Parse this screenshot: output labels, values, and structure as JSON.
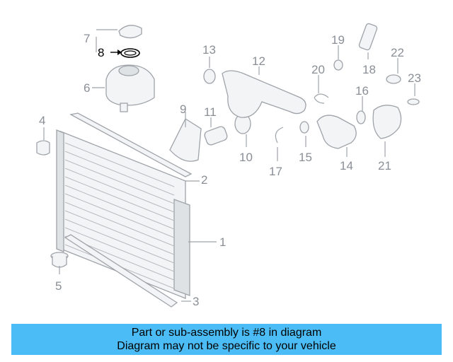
{
  "callouts": {
    "p1": "1",
    "p2": "2",
    "p3": "3",
    "p4": "4",
    "p5": "5",
    "p6": "6",
    "p7": "7",
    "p8": "8",
    "p9": "9",
    "p10": "10",
    "p11": "11",
    "p12": "12",
    "p13": "13",
    "p14": "14",
    "p15": "15",
    "p16": "16",
    "p17": "17",
    "p18": "18",
    "p19": "19",
    "p20": "20",
    "p21": "21",
    "p22": "22",
    "p23": "23"
  },
  "highlighted_part": "8",
  "banner": {
    "line1": "Part or sub-assembly is #8 in diagram",
    "line2": "Diagram may not be specific to your vehicle"
  },
  "colors": {
    "banner_bg": "#4bbcf5",
    "callout_text": "#8a8f96",
    "highlight_text": "#000000"
  }
}
